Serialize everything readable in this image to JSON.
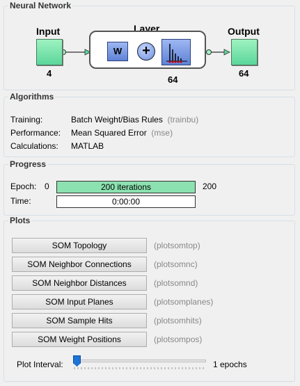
{
  "network": {
    "title": "Neural Network",
    "input_label": "Input",
    "input_size": "4",
    "layer_label": "Layer",
    "layer_size": "64",
    "output_label": "Output",
    "output_size": "64",
    "weight_symbol": "W",
    "sum_symbol": "+"
  },
  "algorithms": {
    "title": "Algorithms",
    "rows": [
      {
        "label": "Training:",
        "value": "Batch Weight/Bias Rules",
        "fn": "(trainbu)"
      },
      {
        "label": "Performance:",
        "value": "Mean Squared Error",
        "fn": "(mse)"
      },
      {
        "label": "Calculations:",
        "value": "MATLAB",
        "fn": ""
      }
    ]
  },
  "progress": {
    "title": "Progress",
    "epoch_label": "Epoch:",
    "epoch_min": "0",
    "epoch_max": "200",
    "epoch_text": "200 iterations",
    "epoch_fraction": 1.0,
    "time_label": "Time:",
    "time_value": "0:00:00"
  },
  "plots": {
    "title": "Plots",
    "buttons": [
      {
        "label": "SOM Topology",
        "fn": "(plotsomtop)"
      },
      {
        "label": "SOM Neighbor Connections",
        "fn": "(plotsomnc)"
      },
      {
        "label": "SOM Neighbor Distances",
        "fn": "(plotsomnd)"
      },
      {
        "label": "SOM Input Planes",
        "fn": "(plotsomplanes)"
      },
      {
        "label": "SOM Sample Hits",
        "fn": "(plotsomhits)"
      },
      {
        "label": "SOM Weight Positions",
        "fn": "(plotsompos)"
      }
    ],
    "interval_label": "Plot Interval:",
    "interval_value": "1 epochs"
  },
  "colors": {
    "progress_fill": "#8be2b0",
    "slider_thumb": "#1e73d6"
  }
}
